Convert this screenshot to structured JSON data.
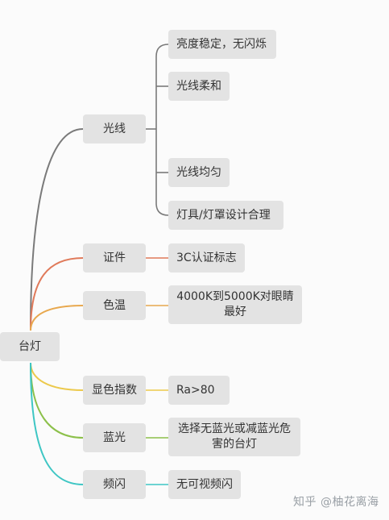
{
  "root": {
    "label": "台灯"
  },
  "branches": [
    {
      "label": "光线",
      "color": "#7a7a7a",
      "children": [
        "亮度稳定，无闪烁",
        "光线柔和",
        "光线均匀",
        "灯具/灯罩设计合理"
      ]
    },
    {
      "label": "证件",
      "color": "#e07a5a",
      "children": [
        "3C认证标志"
      ]
    },
    {
      "label": "色温",
      "color": "#e8a84e",
      "children": [
        "4000K到5000K对眼睛最好"
      ]
    },
    {
      "label": "显色指数",
      "color": "#ecc94b",
      "children": [
        "Ra>80"
      ]
    },
    {
      "label": "蓝光",
      "color": "#8cc04a",
      "children": [
        "选择无蓝光或减蓝光危害的台灯"
      ]
    },
    {
      "label": "频闪",
      "color": "#3ec6c4",
      "children": [
        "无可视频闪"
      ]
    }
  ],
  "watermark": "知乎 @柚花离海"
}
